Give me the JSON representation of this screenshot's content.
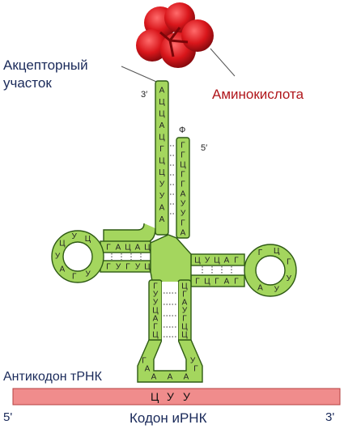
{
  "labels": {
    "acceptor_line1": "Акцепторный",
    "acceptor_line2": "участок",
    "amino_acid": "Аминокислота",
    "three_prime_top": "3′",
    "five_prime_top": "5′",
    "phi": "Ф",
    "anticodon_trna": "Антикодон тРНК",
    "codon_mrna": "Кодон иРНК",
    "five_prime_bottom": "5'",
    "three_prime_bottom": "3'"
  },
  "codon_letters": [
    "Ц",
    "У",
    "У"
  ],
  "nucleotides": {
    "acceptor_left": [
      "А",
      "Ц",
      "Ц",
      "А",
      "Ц",
      "Г",
      "Ц",
      "Ц",
      "У",
      "У",
      "А",
      "А"
    ],
    "acceptor_right": [
      "Г",
      "Г",
      "Ц",
      "Г",
      "Г",
      "А",
      "У",
      "У",
      "Г",
      "А"
    ],
    "d_arm_top": [
      "Ц",
      "А",
      "Ц",
      "А",
      "Г"
    ],
    "d_arm_bottom": [
      "Г",
      "У",
      "Г",
      "У",
      "Ц"
    ],
    "d_loop": [
      "Ц",
      "У",
      "Ц",
      "У",
      "А",
      "Г",
      "У"
    ],
    "t_arm_top": [
      "Ц",
      "У",
      "Ц",
      "А",
      "Г"
    ],
    "t_arm_bottom": [
      "Г",
      "Ц",
      "Г",
      "А",
      "Г"
    ],
    "t_loop": [
      "Г",
      "Ц",
      "Г",
      "У",
      "У",
      "А"
    ],
    "anticodon_left": [
      "Г",
      "У",
      "У",
      "Ц",
      "А",
      "Г",
      "Ц"
    ],
    "anticodon_right": [
      "Ц",
      "Г",
      "А",
      "У",
      "Г",
      "Ц",
      "Ц"
    ],
    "anticodon_loop": [
      "Г",
      "А",
      "А",
      "А",
      "А",
      "Г",
      "У"
    ]
  },
  "colors": {
    "strand_fill": "#a4d65e",
    "strand_stroke": "#2e5a14",
    "amino_acid": "#d9161b",
    "mrna_fill": "#f08c8c",
    "mrna_stroke": "#b44040"
  }
}
